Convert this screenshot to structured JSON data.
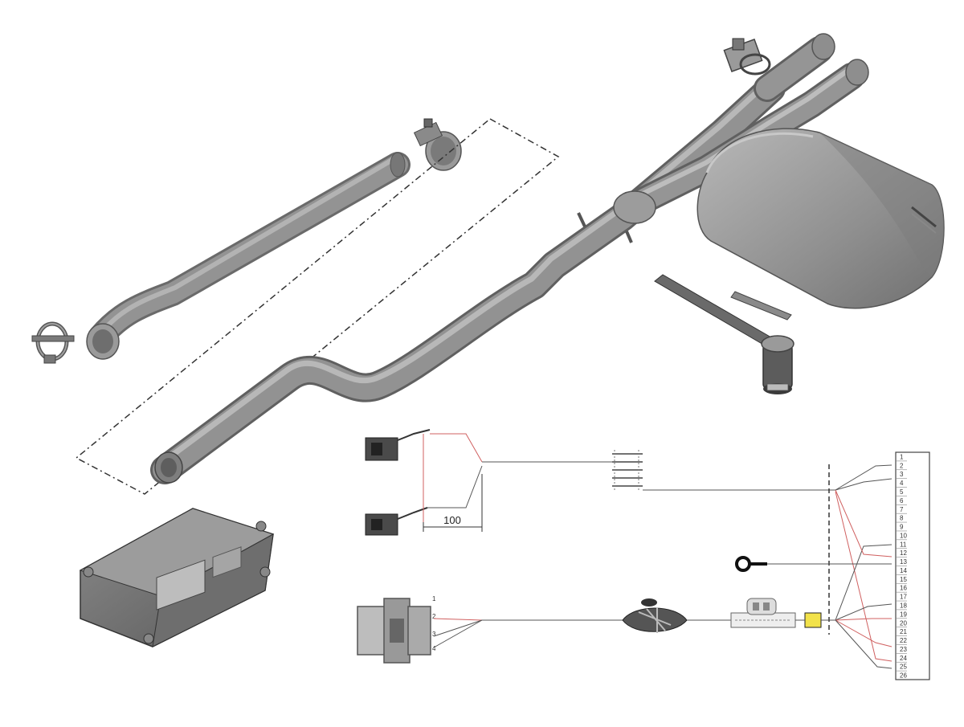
{
  "dimension": {
    "value": "100"
  },
  "connector_pins": {
    "labels": [
      "1",
      "2",
      "3",
      "4",
      "5",
      "6",
      "7",
      "8",
      "9",
      "10",
      "11",
      "12",
      "13",
      "14",
      "15",
      "16",
      "17",
      "18",
      "19",
      "20",
      "21",
      "22",
      "23",
      "24",
      "25",
      "26"
    ]
  },
  "plug_pins": {
    "labels": [
      "1",
      "2",
      "3",
      "4"
    ]
  },
  "colors": {
    "pipe": "#8d8d8d",
    "pipe_dark": "#5f5f5f",
    "pipe_light": "#b5b5b5",
    "wire": "#555555",
    "wire_red": "#d06060",
    "fuse": "#f2e24a"
  }
}
